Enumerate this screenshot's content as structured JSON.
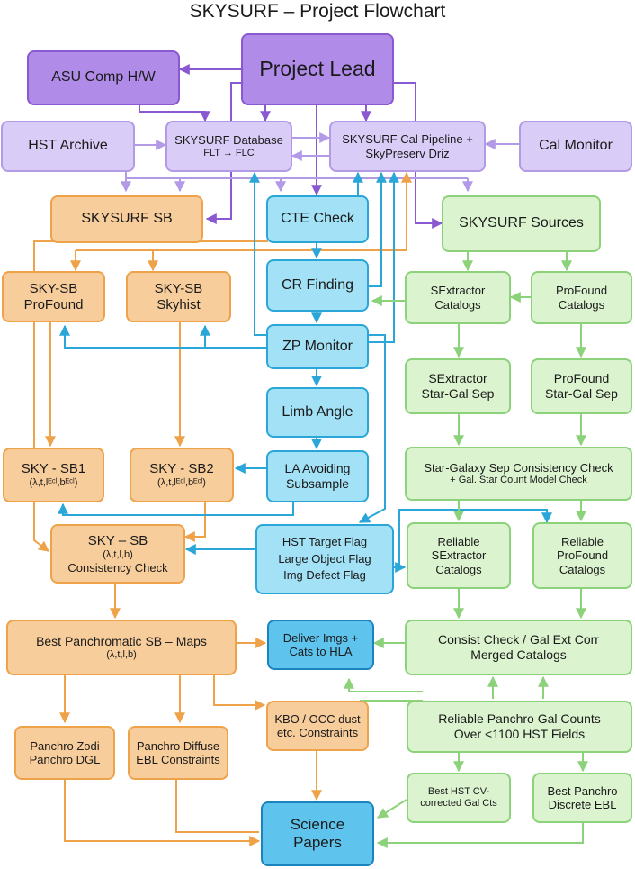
{
  "title": "SKYSURF – Project Flowchart",
  "colors": {
    "purple": "#8a58d0",
    "light_purple": "#b39ae6",
    "orange": "#eea24a",
    "blue": "#2aa7d8",
    "dark_blue": "#1b84bf",
    "green": "#8bd27a"
  },
  "nodes": {
    "project_lead": [
      "Project Lead"
    ],
    "asu_comp": [
      "ASU Comp H/W"
    ],
    "hst_archive": [
      "HST Archive"
    ],
    "database": [
      "SKYSURF Database",
      "FLT → FLC"
    ],
    "cal_pipeline": [
      "SKYSURF Cal Pipeline +",
      "SkyPreserv Driz"
    ],
    "cal_monitor": [
      "Cal Monitor"
    ],
    "skysurf_sb": [
      "SKYSURF SB"
    ],
    "cte_check": [
      "CTE Check"
    ],
    "skysurf_sources": [
      "SKYSURF Sources"
    ],
    "sky_sb_profound": [
      "SKY-SB",
      "ProFound"
    ],
    "sky_sb_skyhist": [
      "SKY-SB",
      "Skyhist"
    ],
    "cr_finding": [
      "CR Finding"
    ],
    "sextractor_catalogs": [
      "SExtractor",
      "Catalogs"
    ],
    "profound_catalogs": [
      "ProFound",
      "Catalogs"
    ],
    "zp_monitor": [
      "ZP Monitor"
    ],
    "sextractor_stargal": [
      "SExtractor",
      "Star-Gal Sep"
    ],
    "profound_stargal": [
      "ProFound",
      "Star-Gal Sep"
    ],
    "limb_angle": [
      "Limb Angle"
    ],
    "sky_sb1": [
      "SKY - SB1",
      "(λ,t,lᴱᶜˡ,bᴱᶜˡ)"
    ],
    "sky_sb2": [
      "SKY - SB2",
      "(λ,t,lᴱᶜˡ,bᴱᶜˡ)"
    ],
    "la_avoiding": [
      "LA Avoiding",
      "Subsample"
    ],
    "stargal_consistency": [
      "Star-Galaxy Sep Consistency Check",
      "+ Gal. Star Count Model Check"
    ],
    "sky_sb_consistency": [
      "SKY – SB",
      "(λ,t,l,b)",
      "Consistency Check"
    ],
    "flags": [
      "HST Target Flag",
      "Large Object Flag",
      "Img Defect Flag"
    ],
    "reliable_sextractor": [
      "Reliable",
      "SExtractor",
      "Catalogs"
    ],
    "reliable_profound": [
      "Reliable",
      "ProFound",
      "Catalogs"
    ],
    "best_panchromatic": [
      "Best Panchromatic SB – Maps",
      "(λ,t,l,b)"
    ],
    "deliver_imgs": [
      "Deliver Imgs +",
      "Cats to HLA"
    ],
    "consist_check": [
      "Consist Check / Gal Ext Corr",
      "Merged Catalogs"
    ],
    "kbo_occ": [
      "KBO / OCC dust",
      "etc. Constraints"
    ],
    "reliable_panchro": [
      "Reliable Panchro Gal Counts",
      "Over <1100 HST Fields"
    ],
    "panchro_zodi": [
      "Panchro Zodi",
      "Panchro DGL"
    ],
    "panchro_diffuse": [
      "Panchro Diffuse",
      "EBL Constraints"
    ],
    "best_hst_cv": [
      "Best HST CV-",
      "corrected Gal Cts"
    ],
    "best_panchro_ebl": [
      "Best Panchro",
      "Discrete EBL"
    ],
    "science_papers": [
      "Science",
      "Papers"
    ]
  }
}
